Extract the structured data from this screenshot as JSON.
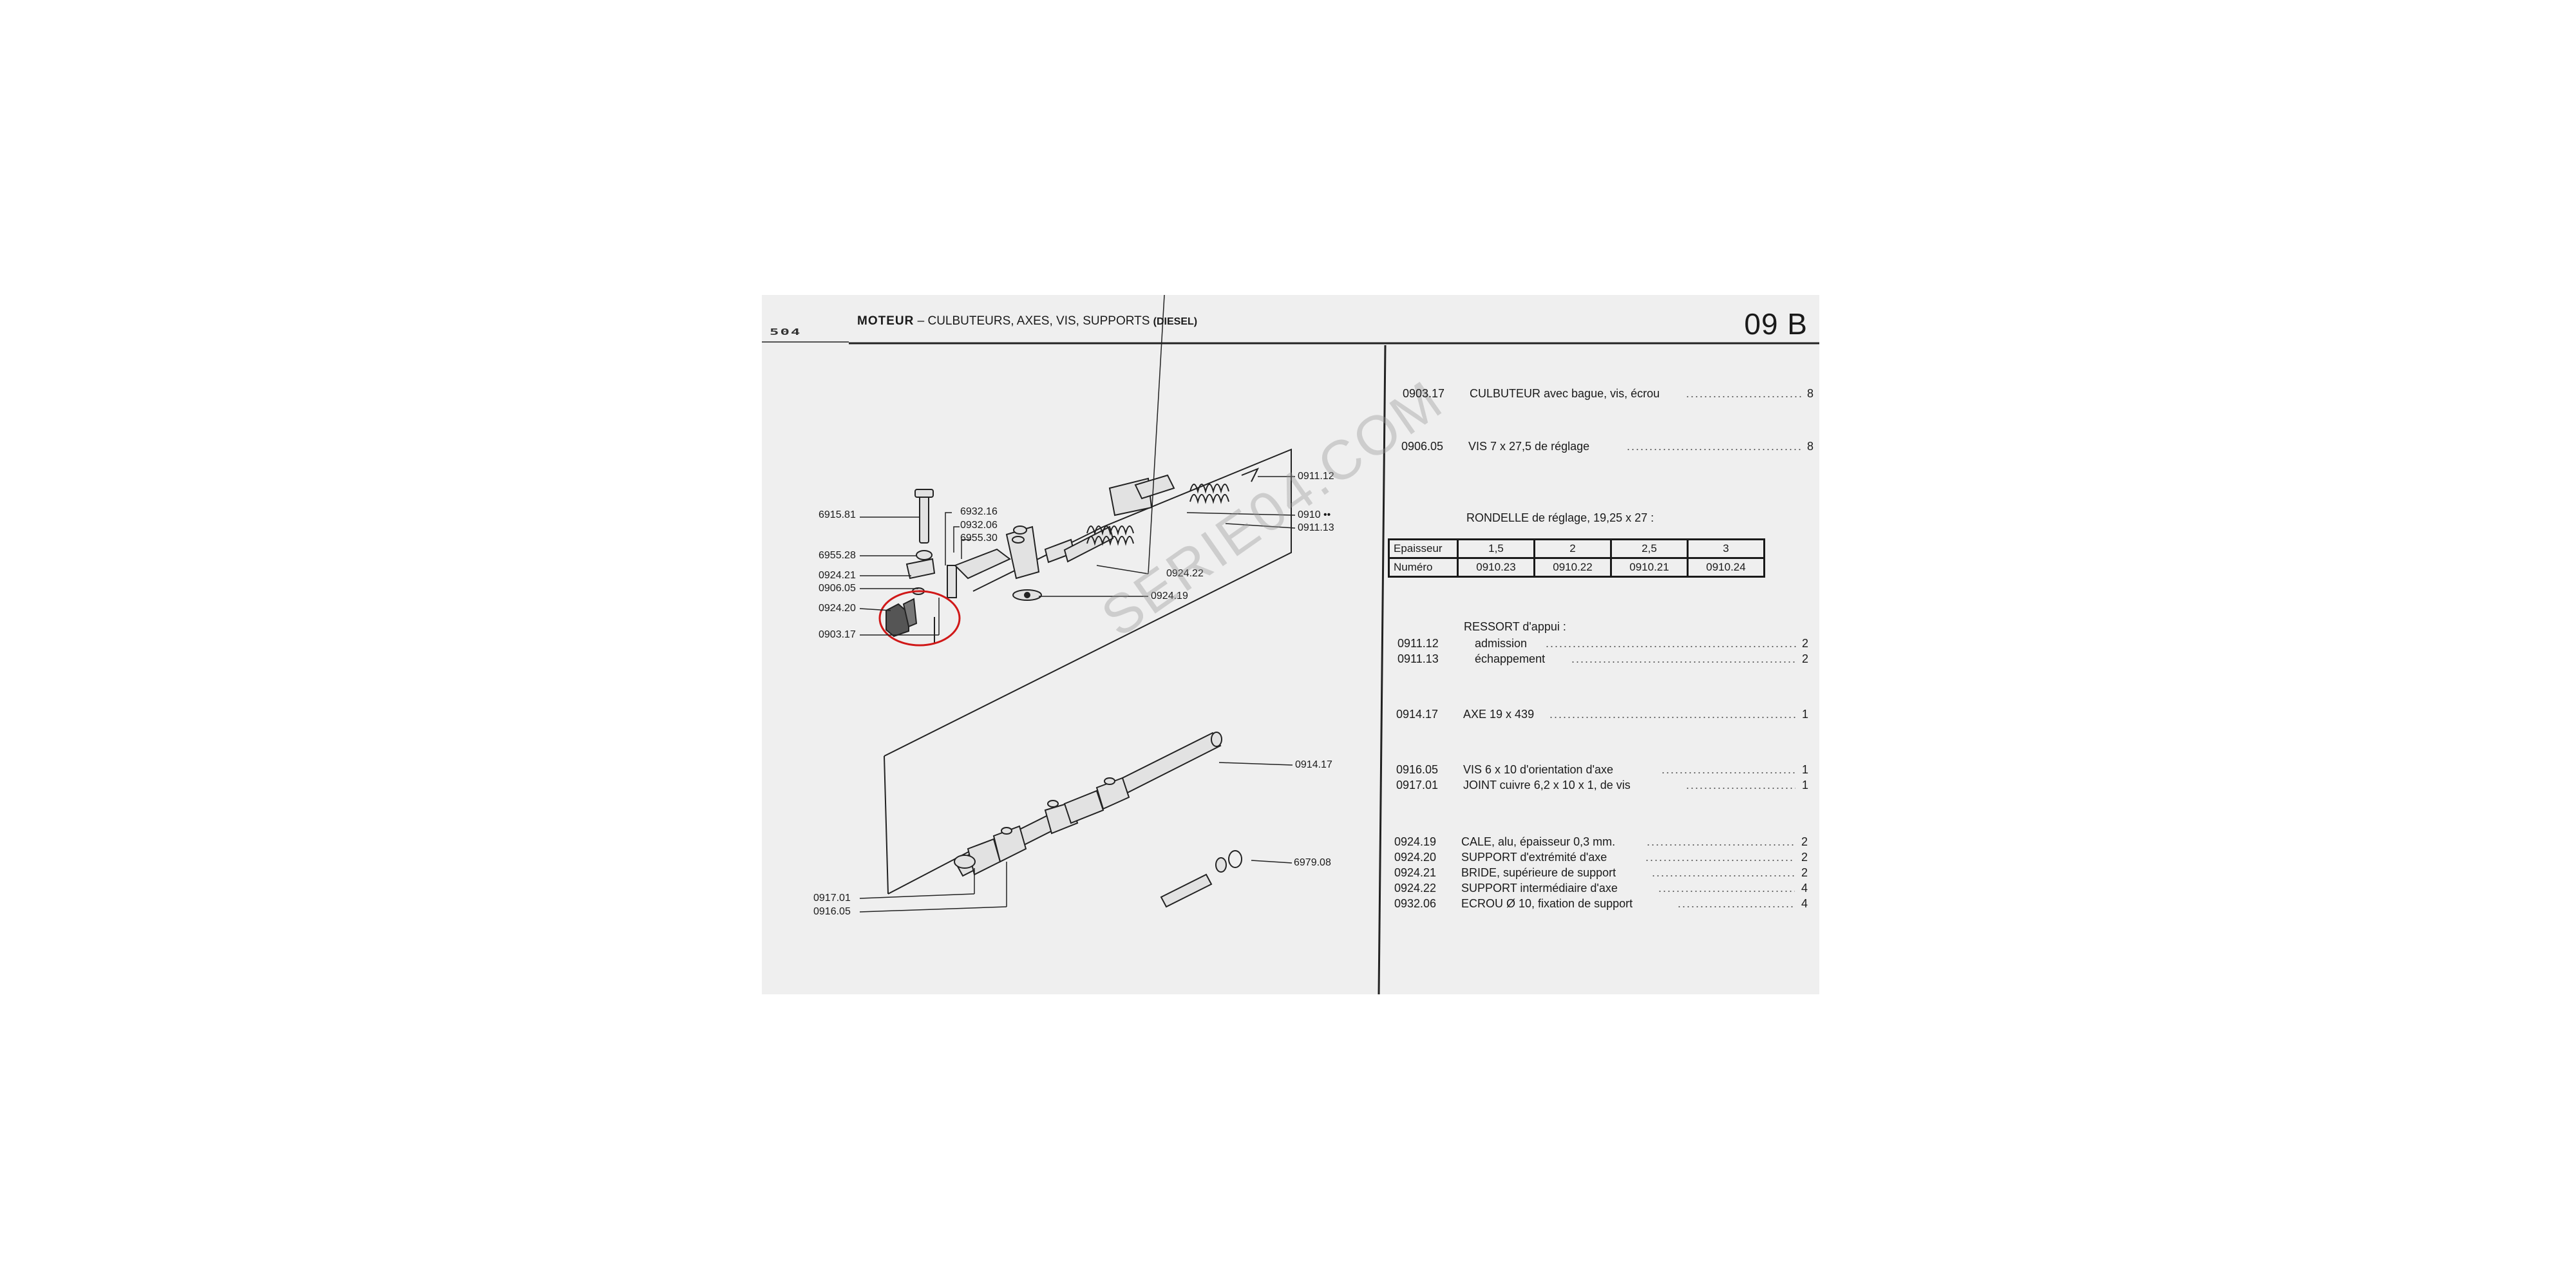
{
  "header": {
    "brand": "504",
    "section": "MOTEUR",
    "dash": "–",
    "subtitle": "CULBUTEURS, AXES, VIS, SUPPORTS",
    "variant": "(DIESEL)",
    "page_code": "09 B"
  },
  "watermark": "SERIE04.COM",
  "diagram": {
    "callouts_left": [
      "6915.81",
      "6955.28",
      "0924.21",
      "0906.05",
      "0924.20",
      "0903.17"
    ],
    "callouts_upper": [
      "6932.16",
      "0932.06",
      "6955.30"
    ],
    "callouts_right": [
      "0911.12",
      "0910",
      "0911.13",
      "0924.22",
      "0924.19"
    ],
    "marker": "••",
    "callout_axe": "0914.17",
    "callout_pin": "6979.08",
    "callouts_bottom": [
      "0917.01",
      "0916.05"
    ]
  },
  "parts": [
    {
      "ref": "0903.17",
      "desc": "CULBUTEUR avec bague, vis, écrou",
      "qty": "8"
    },
    {
      "ref": "0906.05",
      "desc": "VIS 7 x 27,5 de réglage",
      "qty": "8"
    },
    {
      "ref": "0911.12",
      "desc": "admission",
      "qty": "2"
    },
    {
      "ref": "0911.13",
      "desc": "échappement",
      "qty": "2"
    },
    {
      "ref": "0914.17",
      "desc": "AXE 19 x 439",
      "qty": "1"
    },
    {
      "ref": "0916.05",
      "desc": "VIS 6 x 10 d'orientation d'axe",
      "qty": "1"
    },
    {
      "ref": "0917.01",
      "desc": "JOINT cuivre 6,2 x 10 x 1, de vis",
      "qty": "1"
    },
    {
      "ref": "0924.19",
      "desc": "CALE, alu, épaisseur 0,3 mm.",
      "qty": "2"
    },
    {
      "ref": "0924.20",
      "desc": "SUPPORT d'extrémité d'axe",
      "qty": "2"
    },
    {
      "ref": "0924.21",
      "desc": "BRIDE, supérieure de support",
      "qty": "2"
    },
    {
      "ref": "0924.22",
      "desc": "SUPPORT intermédiaire d'axe",
      "qty": "4"
    },
    {
      "ref": "0932.06",
      "desc": "ECROU Ø 10, fixation de support",
      "qty": "4"
    }
  ],
  "rondelle": {
    "title": "RONDELLE de réglage, 19,25 x 27 :",
    "row1_label": "Epaisseur",
    "row2_label": "Numéro",
    "thickness": [
      "1,5",
      "2",
      "2,5",
      "3"
    ],
    "numbers": [
      "0910.23",
      "0910.22",
      "0910.21",
      "0910.24"
    ]
  },
  "ressort_title": "RESSORT d'appui :",
  "dots": "......................................................................"
}
